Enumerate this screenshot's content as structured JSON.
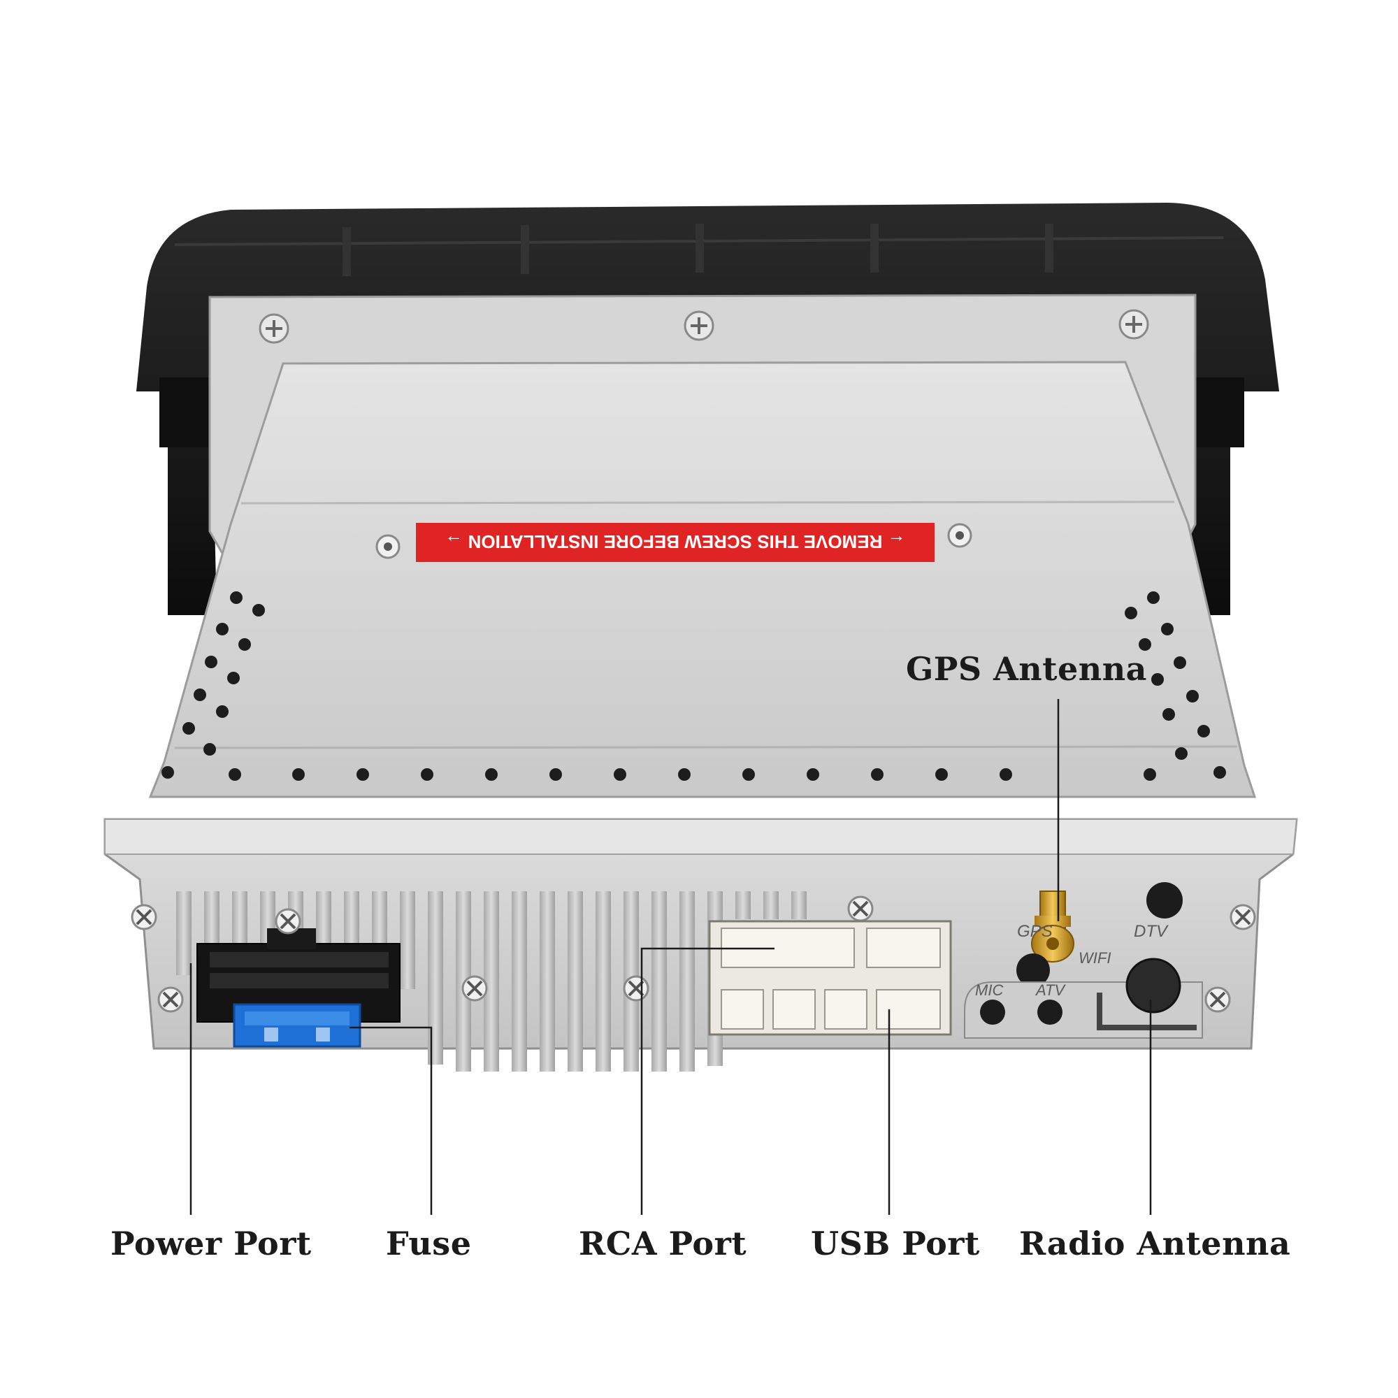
{
  "product": {
    "warning_label": "← REMOVE THIS SCREW BEFORE INSTALLATION →",
    "panel_marks": {
      "gps": "GPS",
      "dtv": "DTV",
      "wifi": "WIFI",
      "mic": "MIC",
      "atv": "ATV"
    }
  },
  "callouts": {
    "gps_antenna": "GPS Antenna",
    "power_port": "Power Port",
    "fuse": "Fuse",
    "rca_port": "RCA Port",
    "usb_port": "USB Port",
    "radio_antenna": "Radio Antenna"
  },
  "colors": {
    "bezel": "#151515",
    "chassis": "#cfcfcf",
    "warning_red": "#e02424",
    "fuse_blue": "#1e6fd6",
    "connector_ivory": "#ece9e0",
    "gold": "#d9a531"
  }
}
